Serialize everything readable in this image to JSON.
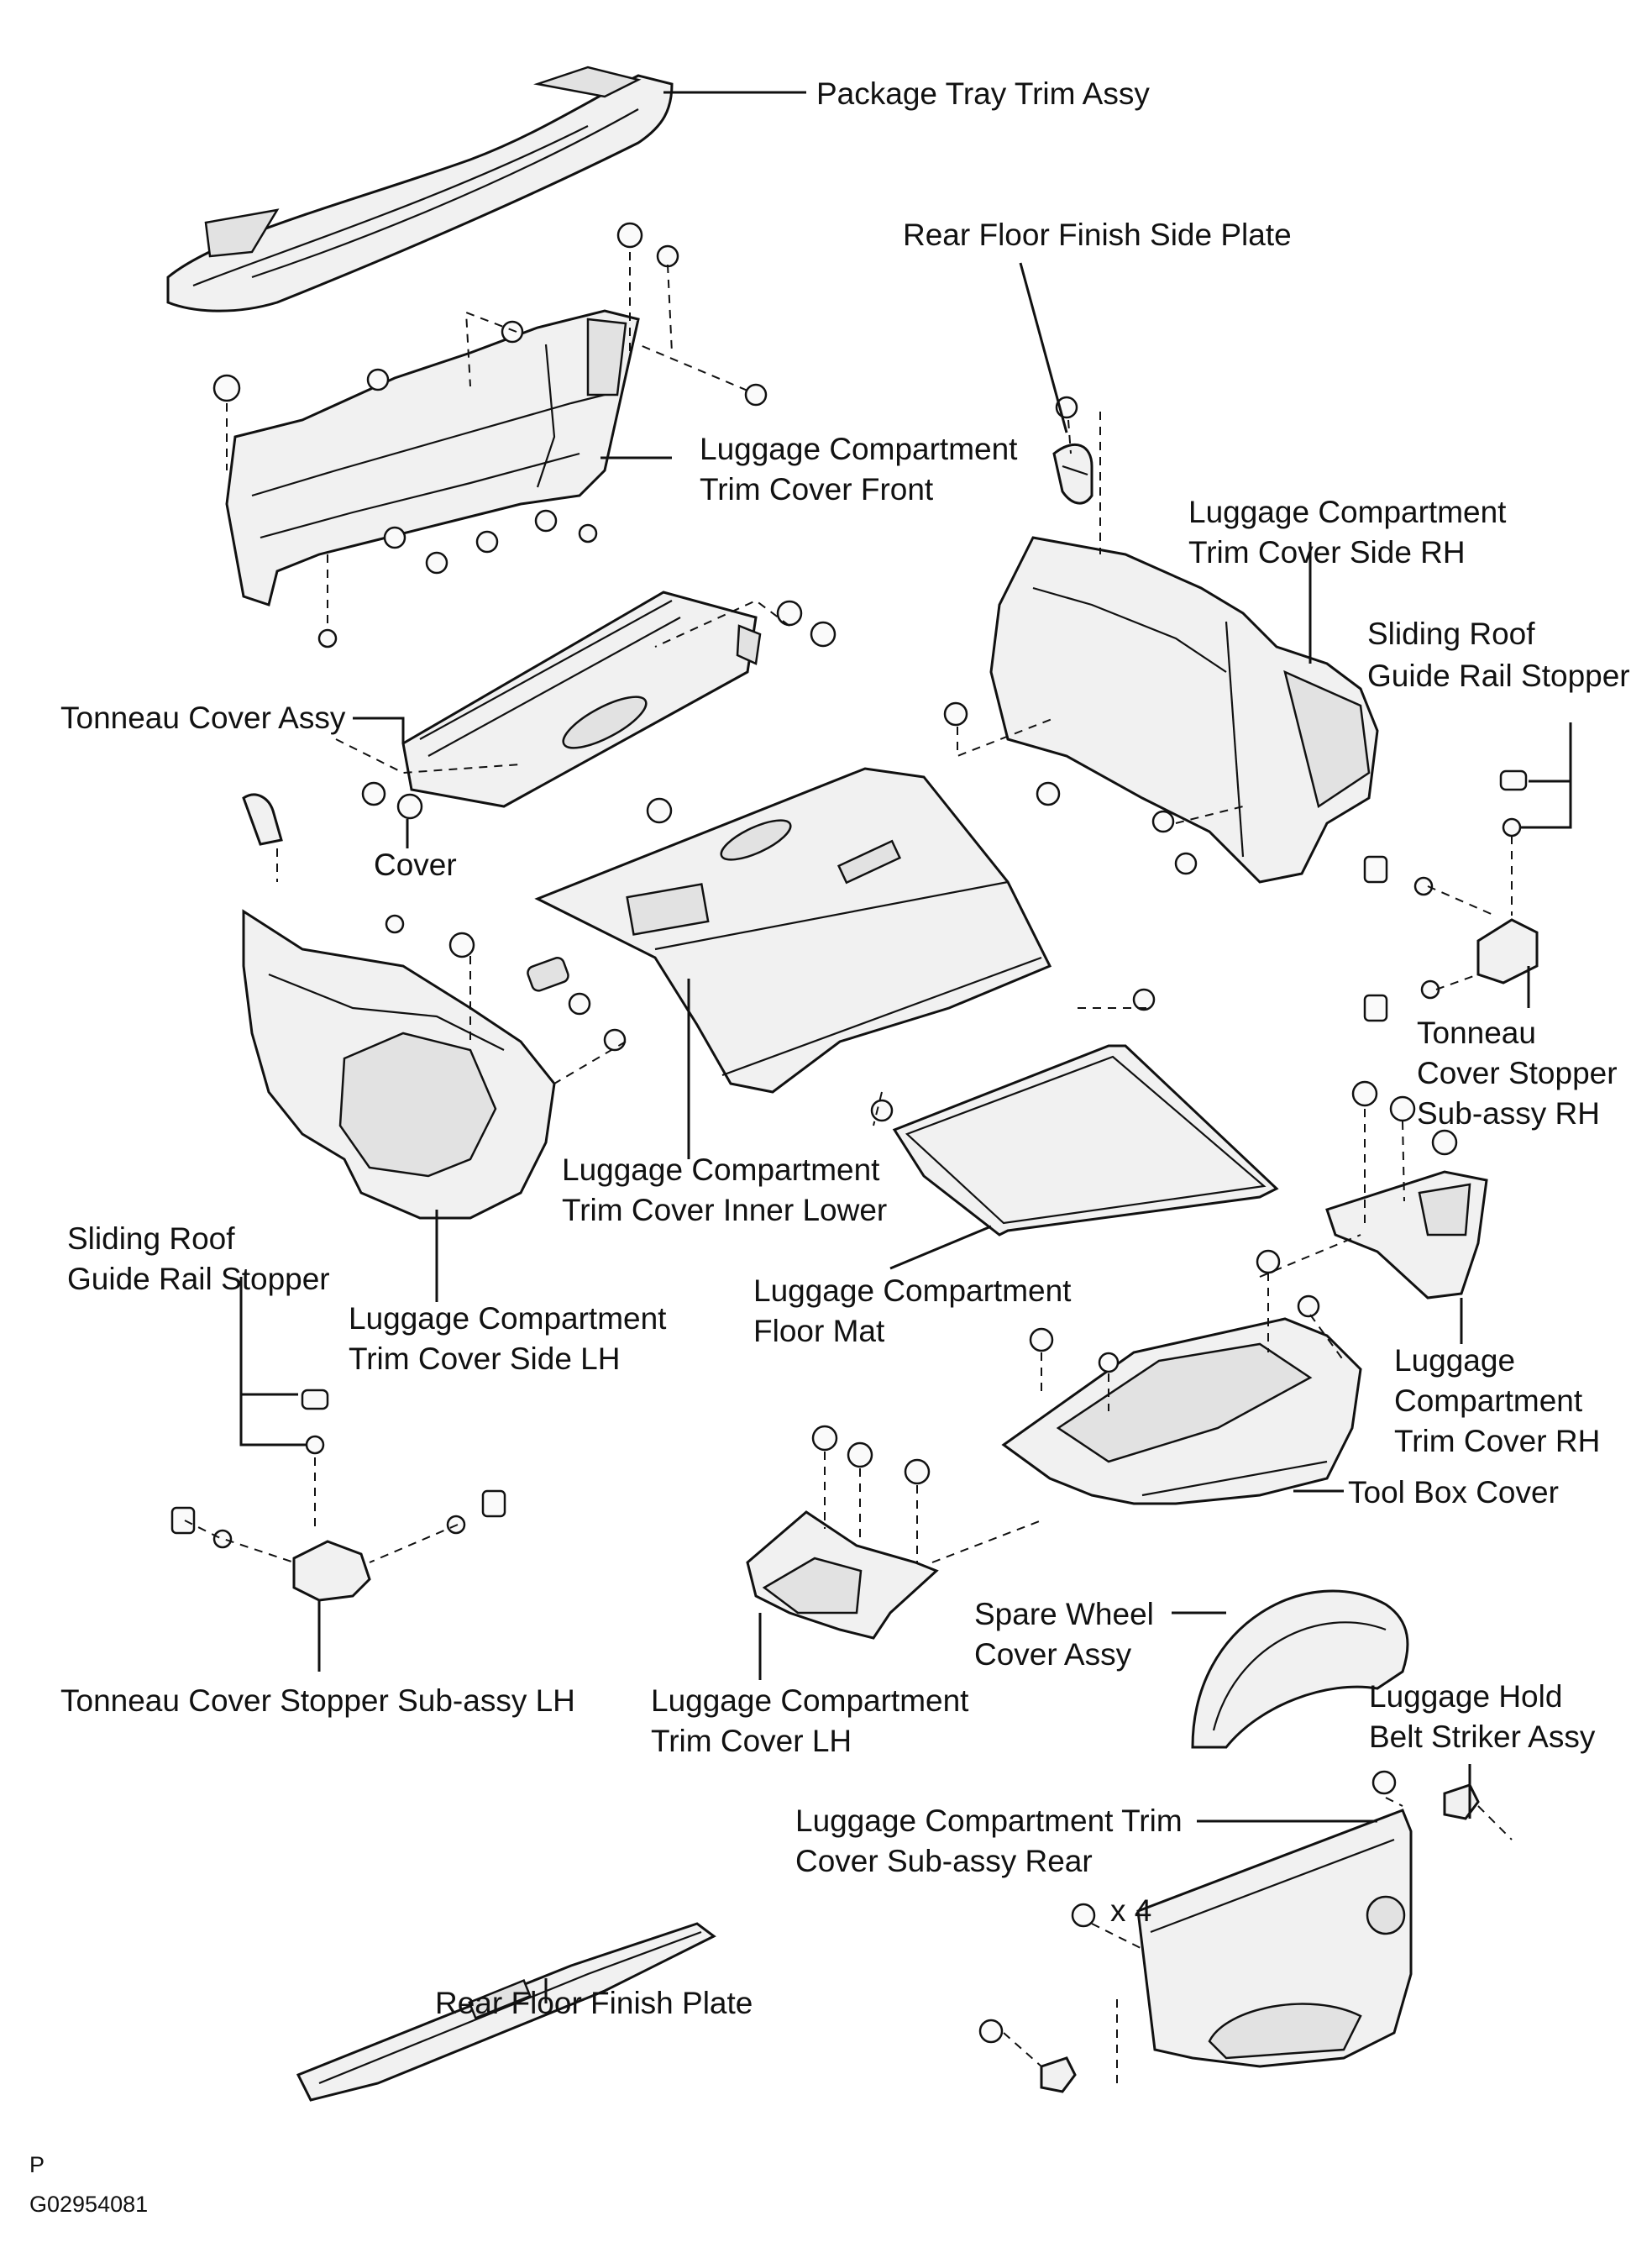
{
  "labels": {
    "package_tray": "Package Tray Trim Assy",
    "rear_floor_side_plate": "Rear Floor Finish Side Plate",
    "trim_front_1": "Luggage Compartment",
    "trim_front_2": "Trim Cover Front",
    "side_rh_1": "Luggage Compartment",
    "side_rh_2": "Trim Cover Side RH",
    "sliding_roof_rh_1": "Sliding Roof",
    "sliding_roof_rh_2": "Guide Rail Stopper",
    "tonneau_cover": "Tonneau Cover Assy",
    "cover": "Cover",
    "tonneau_stopper_rh_1": "Tonneau",
    "tonneau_stopper_rh_2": "Cover Stopper",
    "tonneau_stopper_rh_3": "Sub-assy  RH",
    "inner_lower_1": "Luggage Compartment",
    "inner_lower_2": "Trim Cover Inner Lower",
    "sliding_roof_lh_1": "Sliding Roof",
    "sliding_roof_lh_2": "Guide Rail Stopper",
    "floor_mat_1": "Luggage Compartment",
    "floor_mat_2": "Floor Mat",
    "side_lh_1": "Luggage Compartment",
    "side_lh_2": "Trim Cover Side LH",
    "trim_rh_1": "Luggage",
    "trim_rh_2": "Compartment",
    "trim_rh_3": "Trim Cover RH",
    "tool_box": "Tool Box Cover",
    "tonneau_stopper_lh": "Tonneau Cover Stopper Sub-assy LH",
    "trim_lh_1": "Luggage Compartment",
    "trim_lh_2": "Trim Cover LH",
    "spare_wheel_1": "Spare Wheel",
    "spare_wheel_2": "Cover Assy",
    "hold_belt_1": "Luggage Hold",
    "hold_belt_2": "Belt Striker Assy",
    "trim_rear_1": "Luggage Compartment Trim",
    "trim_rear_2": "Cover Sub-assy Rear",
    "x4": "x 4",
    "rear_floor_plate": "Rear Floor Finish Plate",
    "footer_p": "P",
    "footer_code": "G02954081"
  }
}
